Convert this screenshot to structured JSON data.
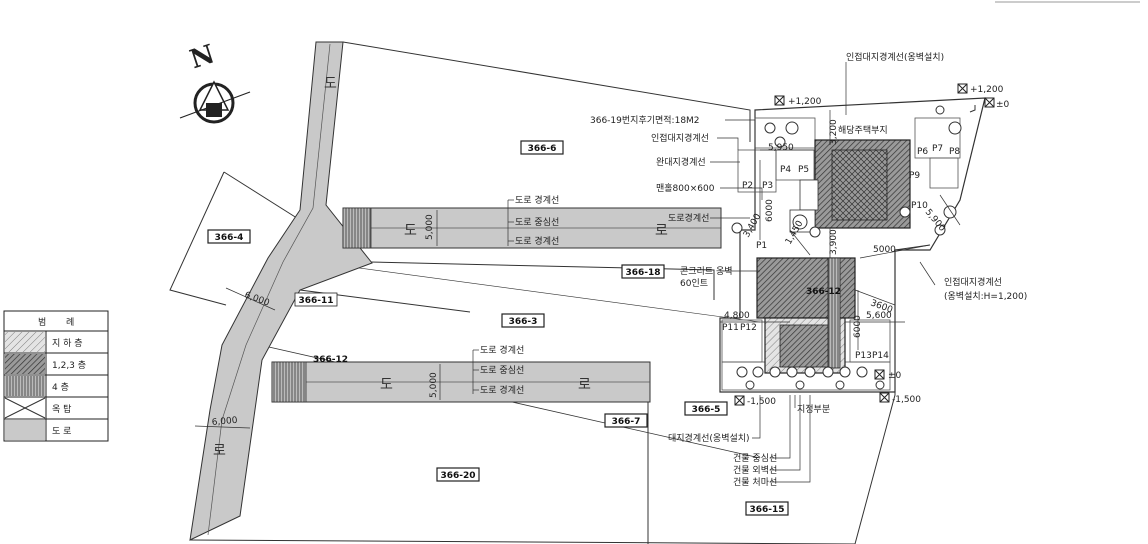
{
  "north": {
    "letter": "N"
  },
  "lots": {
    "l1": "366-6",
    "l2": "366-4",
    "l3": "366-11",
    "l4": "366-3",
    "l5": "366-18",
    "l6": "366-5",
    "l7": "366-7",
    "l8": "366-20",
    "l9": "366-15",
    "l10": "366-12"
  },
  "road_chars": {
    "do": "도",
    "ro": "로"
  },
  "road_lines": {
    "boundary": "도로 경계선",
    "center": "도로 중심선"
  },
  "dimensions": {
    "d5000a": "5,000",
    "d5000b": "5,000",
    "d6000a": "6,000",
    "d6000b": "6,000",
    "d5950": "5,950",
    "d3200": "3,200",
    "d6000c": "6000",
    "d3400": "3,400",
    "d3900": "3,900",
    "d5000c": "5000",
    "d5900": "5,900",
    "d3600": "3600",
    "d4800": "4,800",
    "d5600": "5,600",
    "d6000d": "6000",
    "d1450": "1,450"
  },
  "levels": {
    "lv1": "+1,200",
    "lv2": "+1,200",
    "lv3": "±0",
    "lv4": "±0",
    "lv5": "-1,500",
    "lv6": "-1,500"
  },
  "annotations": {
    "a1": "인접대지경계선(옹벽설치)",
    "a2": "366-19번지후기면적:18M2",
    "a3": "인접대지경계선",
    "a4": "완대지경계선",
    "a5": "맨홀800×600",
    "a6": "인접대지경계선",
    "a7": "(옹벽설치:H=1,200)",
    "a8": "콘크리트 옹벽",
    "a9": "60인트",
    "a10": "대지경계선(옹벽설치)",
    "a11": "건물 중심선",
    "a12": "건물 외벽선",
    "a13": "건물 처마선",
    "a14": "지정부분",
    "a15": "도로경계선",
    "a16": "해당주택부지"
  },
  "parking": [
    "P1",
    "P2",
    "P3",
    "P4",
    "P5",
    "P6",
    "P7",
    "P8",
    "P9",
    "P10",
    "P11",
    "P12",
    "P13",
    "P14"
  ],
  "legend": {
    "title_a": "범",
    "title_b": "례",
    "rows": [
      {
        "label": "지 하 층"
      },
      {
        "label": "1,2,3 층"
      },
      {
        "label": "4 층"
      },
      {
        "label": "옥 탑"
      },
      {
        "label": "도 로"
      }
    ]
  },
  "colors": {
    "road_fill": "#c9c9c9",
    "line": "#333333",
    "hatch": "#555555"
  }
}
